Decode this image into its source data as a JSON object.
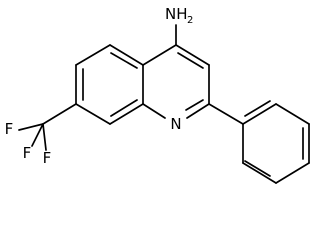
{
  "molecule": {
    "labels": {
      "nh2_main": "NH",
      "nh2_sub": "2",
      "nitrogen": "N",
      "fluorine_1": "F",
      "fluorine_2": "F",
      "fluorine_3": "F"
    }
  }
}
